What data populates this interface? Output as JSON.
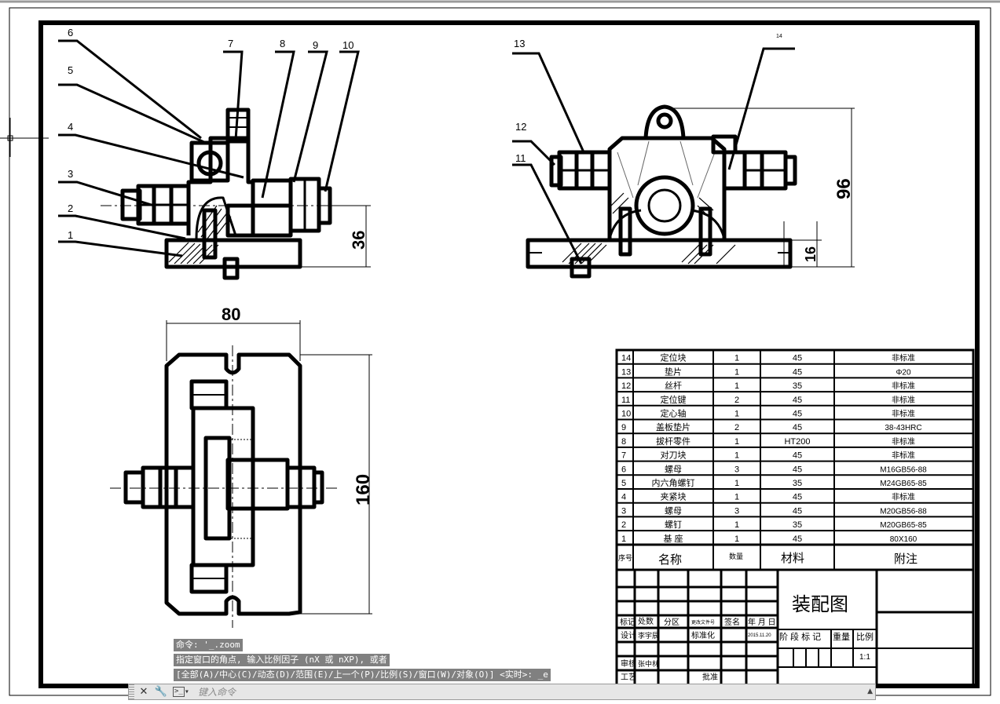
{
  "balloons": [
    "1",
    "2",
    "3",
    "4",
    "5",
    "6",
    "7",
    "8",
    "9",
    "10",
    "11",
    "12",
    "13",
    "14"
  ],
  "dimensions": {
    "front_height": "36",
    "side_height": "96",
    "side_base": "16",
    "top_width": "80",
    "top_length": "160"
  },
  "bom": {
    "rows": [
      {
        "no": "14",
        "name": "定位块",
        "qty": "1",
        "material": "45",
        "note": "非标准"
      },
      {
        "no": "13",
        "name": "垫片",
        "qty": "1",
        "material": "45",
        "note": "Φ20"
      },
      {
        "no": "12",
        "name": "丝杆",
        "qty": "1",
        "material": "35",
        "note": "非标准"
      },
      {
        "no": "11",
        "name": "定位键",
        "qty": "2",
        "material": "45",
        "note": "非标准"
      },
      {
        "no": "10",
        "name": "定心轴",
        "qty": "1",
        "material": "45",
        "note": "非标准"
      },
      {
        "no": "9",
        "name": "盖板垫片",
        "qty": "2",
        "material": "45",
        "note": "38-43HRC"
      },
      {
        "no": "8",
        "name": "拔杆零件",
        "qty": "1",
        "material": "HT200",
        "note": "非标准"
      },
      {
        "no": "7",
        "name": "对刀块",
        "qty": "1",
        "material": "45",
        "note": "非标准"
      },
      {
        "no": "6",
        "name": "螺母",
        "qty": "3",
        "material": "45",
        "note": "M16GB56-88"
      },
      {
        "no": "5",
        "name": "内六角螺钉",
        "qty": "1",
        "material": "35",
        "note": "M24GB65-85"
      },
      {
        "no": "4",
        "name": "夹紧块",
        "qty": "1",
        "material": "45",
        "note": "非标准"
      },
      {
        "no": "3",
        "name": "螺母",
        "qty": "3",
        "material": "45",
        "note": "M20GB56-88"
      },
      {
        "no": "2",
        "name": "螺钉",
        "qty": "1",
        "material": "35",
        "note": "M20GB65-85"
      },
      {
        "no": "1",
        "name": "基 座",
        "qty": "1",
        "material": "45",
        "note": "80X160"
      }
    ],
    "header": {
      "no": "序号",
      "name": "名称",
      "qty": "数量",
      "material": "材料",
      "note": "附注"
    }
  },
  "title_block": {
    "title": "装配图",
    "labels": {
      "mark": "标记",
      "count": "处数",
      "zone": "分区",
      "change_doc": "更改文件号",
      "sign": "签名",
      "date": "年 月 日",
      "design": "设计",
      "standardize": "标准化",
      "review": "审核",
      "process": "工艺",
      "approve": "批准",
      "stage_mark": "阶 段 标 记",
      "weight": "重量",
      "scale": "比例",
      "scale_value": "1:1"
    },
    "designer": "李宇辰",
    "reviewer": "张中林",
    "design_date": "2015.11.20"
  },
  "command_history": [
    "命令: '_.zoom",
    "指定窗口的角点, 输入比例因子 (nX 或 nXP), 或者",
    "[全部(A)/中心(C)/动态(D)/范围(E)/上一个(P)/比例(S)/窗口(W)/对象(O)] <实时>: _e"
  ],
  "command_bar": {
    "placeholder": "键入命令",
    "close_glyph": "✕",
    "settings_glyph": "🔧",
    "prompt_glyph": ">_",
    "scroll_glyph": "▲"
  },
  "colors": {
    "background": "#ffffff",
    "lines": "#000000",
    "history_bg": "#808080",
    "command_bar_bg": "#e6e6e6"
  }
}
